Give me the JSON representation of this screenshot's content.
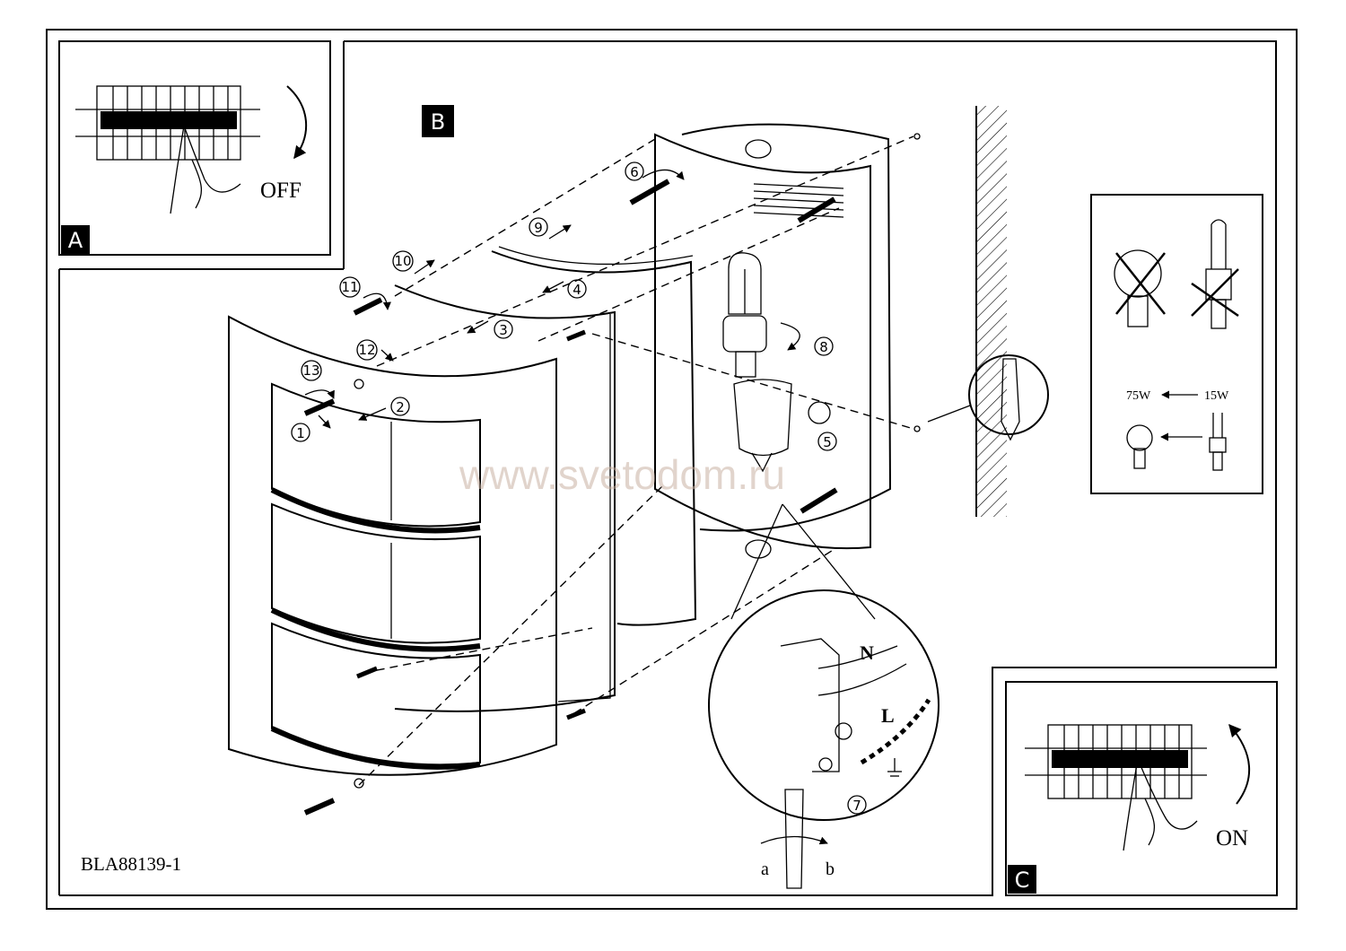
{
  "panels": {
    "a": {
      "letter": "A",
      "action": "OFF"
    },
    "b": {
      "letter": "B"
    },
    "c": {
      "letter": "C",
      "action": "ON"
    }
  },
  "steps": [
    "1",
    "2",
    "3",
    "4",
    "5",
    "6",
    "7",
    "8",
    "9",
    "10",
    "11",
    "12",
    "13"
  ],
  "wiring": {
    "neutral": "N",
    "live": "L",
    "screwdriver_a": "a",
    "screwdriver_b": "b"
  },
  "bulb_info": {
    "high_watt": "75W",
    "low_watt": "15W"
  },
  "model_code": "BLA88139-1",
  "watermark": "www.svetodom.ru"
}
